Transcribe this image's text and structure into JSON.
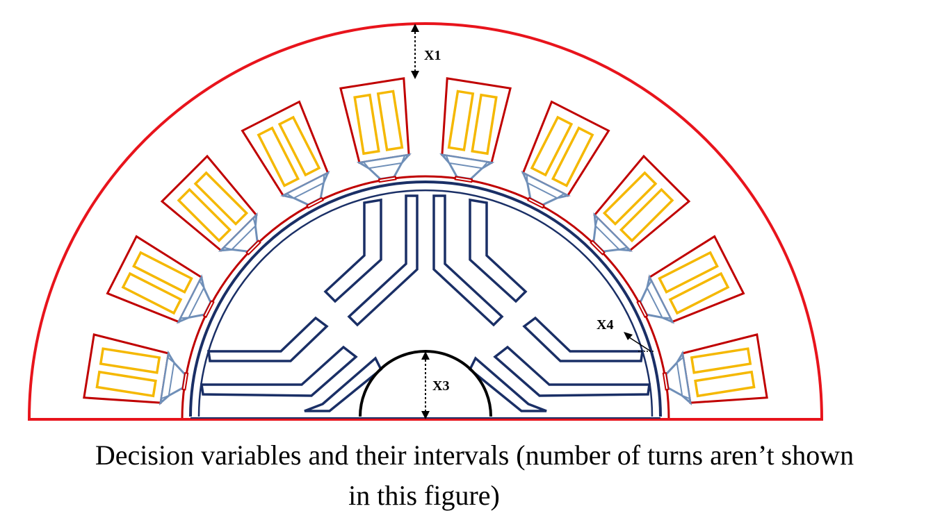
{
  "labels": {
    "x1": "X1",
    "x3": "X3",
    "x4": "X4"
  },
  "caption": {
    "line1": "Decision variables and their intervals (number of turns aren’t shown",
    "line2": "in this figure)"
  },
  "stator": {
    "slot_count": 10
  },
  "rotor": {
    "pole_count": 3
  },
  "colors": {
    "stator_outline": "#e8141c",
    "slot_outline": "#c00000",
    "winding": "#f5b800",
    "slot_opening": "#6f8fb8",
    "rotor_outline": "#1a2f66",
    "shaft": "#000000"
  }
}
